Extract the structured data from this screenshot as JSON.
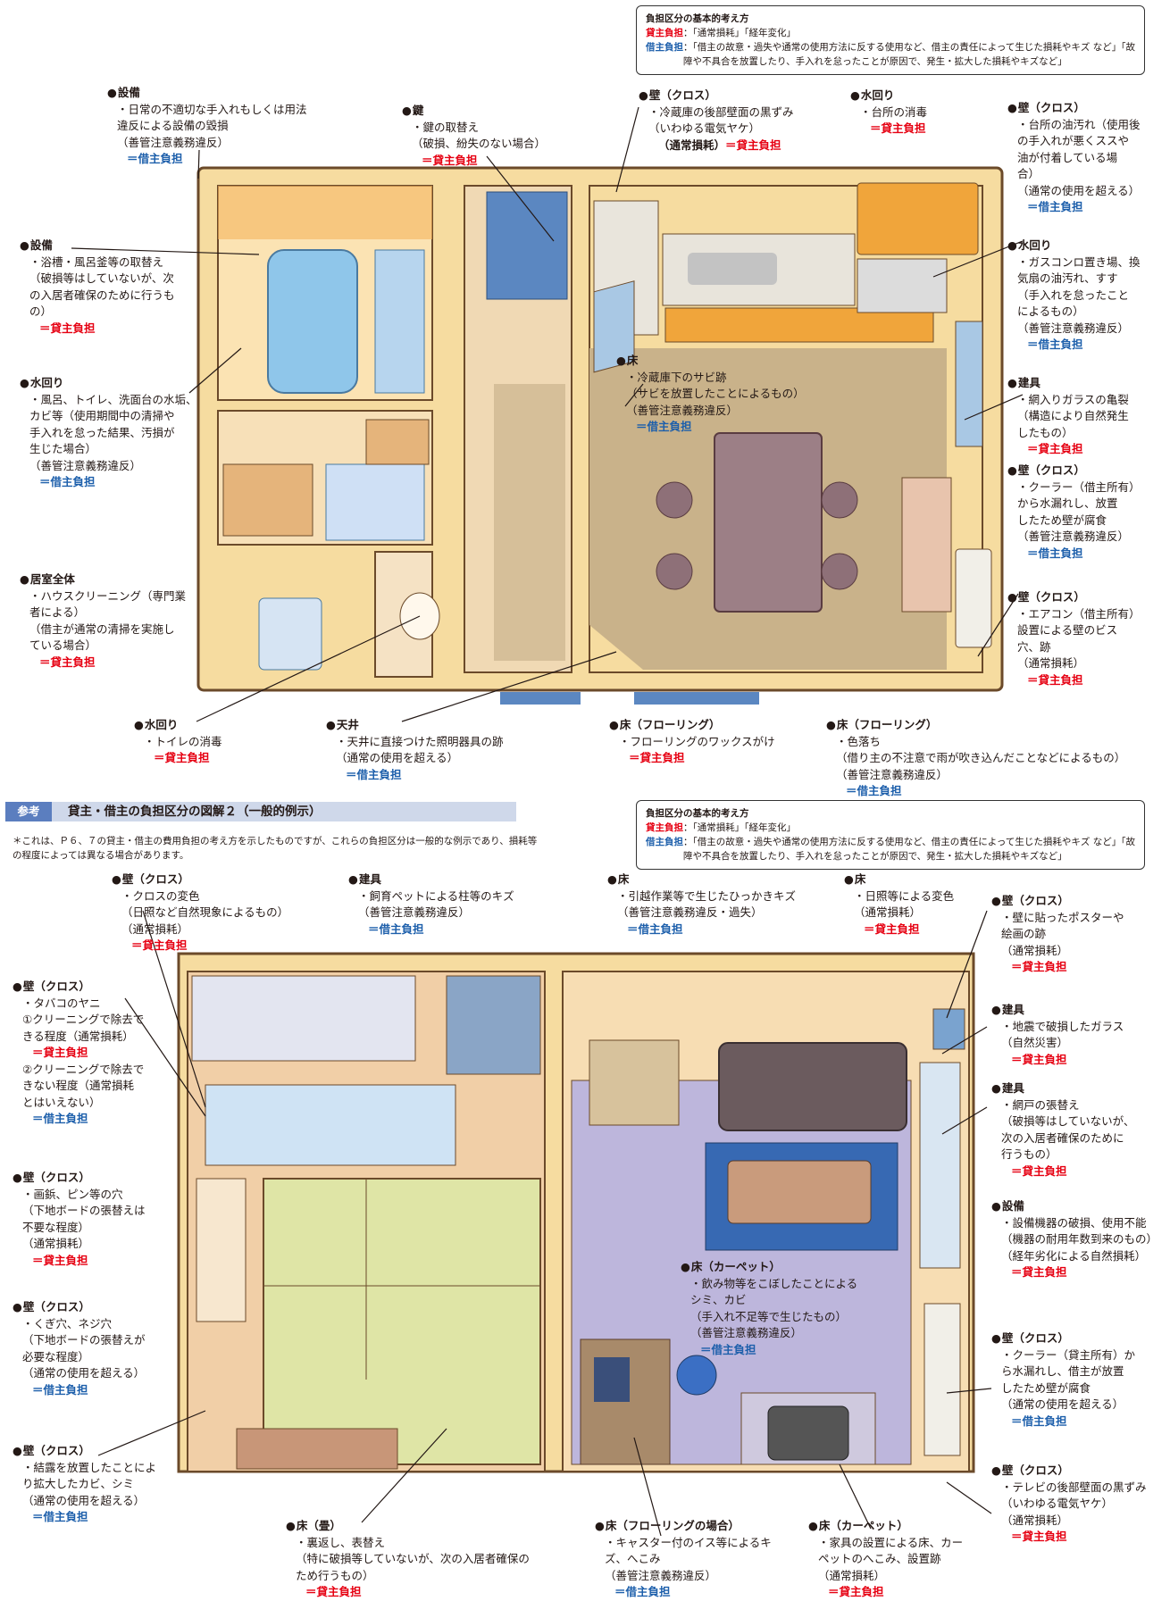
{
  "legend_top": {
    "title": "負担区分の基本的考え方",
    "lessor_key": "貸主負担",
    "lessor_text": "：「通常損耗」「経年変化」",
    "lessee_key": "借主負担",
    "lessee_text": "：「借主の故意・過失や通常の使用方法に反する使用など、借主の責任によって生じた損耗やキズ など」「故障や不具合を放置したり、手入れを怠ったことが原因で、発生・拡大した損耗やキズなど」"
  },
  "legend_bottom": {
    "title": "負担区分の基本的考え方",
    "lessor_key": "貸主負担",
    "lessor_text": "：「通常損耗」「経年変化」",
    "lessee_key": "借主負担",
    "lessee_text": "：「借主の故意・過失や通常の使用方法に反する使用など、借主の責任によって生じた損耗やキズ など」「故障や不具合を放置したり、手入れを怠ったことが原因で、発生・拡大した損耗やキズなど」"
  },
  "section": {
    "tag": "参考",
    "title": "貸主・借主の負担区分の図解２（一般的例示）",
    "note": "＊これは、Ｐ６、７の貸主・借主の費用負担の考え方を示したものですが、これらの負担区分は一般的な例示であり、損耗等の程度によっては異なる場合があります。"
  },
  "annotations": [
    {
      "id": "a1",
      "heading": "設備",
      "lines": [
        "日常の不適切な手入れもしくは用法",
        "違反による設備の毀損",
        "（善管注意義務違反）"
      ],
      "burden": "借主負担",
      "party": "lessee"
    },
    {
      "id": "a2",
      "heading": "鍵",
      "lines": [
        "鍵の取替え",
        "（破損、紛失のない場合）"
      ],
      "burden": "貸主負担",
      "party": "lessor"
    },
    {
      "id": "a3",
      "heading": "壁（クロス）",
      "lines": [
        "冷蔵庫の後部壁面の黒ずみ",
        "（いわゆる電気ヤケ）"
      ],
      "burden_prefix": "（通常損耗）",
      "burden": "貸主負担",
      "party": "lessor"
    },
    {
      "id": "a4",
      "heading": "水回り",
      "lines": [
        "台所の消毒"
      ],
      "burden": "貸主負担",
      "party": "lessor"
    },
    {
      "id": "a5",
      "heading": "壁（クロス）",
      "lines": [
        "台所の油汚れ（使用後",
        "の手入れが悪くススや",
        "油が付着している場",
        "合）",
        "（通常の使用を超える）"
      ],
      "burden": "借主負担",
      "party": "lessee"
    },
    {
      "id": "a6",
      "heading": "設備",
      "lines": [
        "浴槽・風呂釜等の取替え",
        "（破損等はしていないが、次",
        "の入居者確保のために行うも",
        "の）"
      ],
      "burden": "貸主負担",
      "party": "lessor",
      "inline": true
    },
    {
      "id": "a7",
      "heading": "水回り",
      "lines": [
        "ガスコンロ置き場、換",
        "気扇の油汚れ、すす",
        "（手入れを怠ったこと",
        "によるもの）",
        "（善管注意義務違反）"
      ],
      "burden": "借主負担",
      "party": "lessee"
    },
    {
      "id": "a8",
      "heading": "床",
      "lines": [
        "冷蔵庫下のサビ跡",
        "（サビを放置したことによるもの）",
        "（善管注意義務違反）"
      ],
      "burden": "借主負担",
      "party": "lessee",
      "inline": true
    },
    {
      "id": "a9",
      "heading": "水回り",
      "lines": [
        "風呂、トイレ、洗面台の水垢、",
        "カビ等（使用期間中の清掃や",
        "手入れを怠った結果、汚損が",
        "生じた場合）",
        "（善管注意義務違反）"
      ],
      "burden": "借主負担",
      "party": "lessee"
    },
    {
      "id": "a10",
      "heading": "建具",
      "lines": [
        "網入りガラスの亀裂",
        "（構造により自然発生",
        "したもの）"
      ],
      "burden": "貸主負担",
      "party": "lessor",
      "inline": true
    },
    {
      "id": "a11",
      "heading": "壁（クロス）",
      "lines": [
        "クーラー（借主所有）",
        "から水漏れし、放置",
        "したため壁が腐食",
        "（善管注意義務違反）"
      ],
      "burden": "借主負担",
      "party": "lessee"
    },
    {
      "id": "a12",
      "heading": "居室全体",
      "lines": [
        "ハウスクリーニング（専門業",
        "者による）",
        "（借主が通常の清掃を実施し",
        "ている場合）"
      ],
      "burden": "貸主負担",
      "party": "lessor",
      "inline": true
    },
    {
      "id": "a13",
      "heading": "壁（クロス）",
      "lines": [
        "エアコン（借主所有）",
        "設置による壁のビス",
        "穴、跡",
        "（通常損耗）"
      ],
      "burden": "貸主負担",
      "party": "lessor"
    },
    {
      "id": "a14",
      "heading": "水回り",
      "lines": [
        "トイレの消毒"
      ],
      "burden": "貸主負担",
      "party": "lessor",
      "inline": true
    },
    {
      "id": "a15",
      "heading": "天井",
      "lines": [
        "天井に直接つけた照明器具の跡",
        "（通常の使用を超える）"
      ],
      "burden": "借主負担",
      "party": "lessee",
      "inline": true
    },
    {
      "id": "a16",
      "heading": "床（フローリング）",
      "lines": [
        "フローリングのワックスがけ"
      ],
      "burden": "貸主負担",
      "party": "lessor"
    },
    {
      "id": "a17",
      "heading": "床（フローリング）",
      "lines": [
        "色落ち",
        "（借り主の不注意で雨が吹き込んだことなどによるもの）",
        "（善管注意義務違反）"
      ],
      "burden": "借主負担",
      "party": "lessee",
      "inline": true
    },
    {
      "id": "b1",
      "heading": "壁（クロス）",
      "lines": [
        "クロスの変色",
        "（日照など自然現象によるもの）",
        "（通常損耗）"
      ],
      "burden": "貸主負担",
      "party": "lessor",
      "inline": true
    },
    {
      "id": "b2",
      "heading": "建具",
      "lines": [
        "飼育ペットによる柱等のキズ",
        "（善管注意義務違反）"
      ],
      "burden": "借主負担",
      "party": "lessee"
    },
    {
      "id": "b3",
      "heading": "床",
      "lines": [
        "引越作業等で生じたひっかきキズ",
        "（善管注意義務違反・過失）"
      ],
      "burden": "借主負担",
      "party": "lessee"
    },
    {
      "id": "b4",
      "heading": "床",
      "lines": [
        "日照等による変色",
        "（通常損耗）"
      ],
      "burden": "貸主負担",
      "party": "lessor"
    },
    {
      "id": "b5",
      "heading": "壁（クロス）",
      "lines": [
        "壁に貼ったポスターや",
        "絵画の跡",
        "（通常損耗）"
      ],
      "burden": "貸主負担",
      "party": "lessor",
      "inline": true
    },
    {
      "id": "b6",
      "heading": "壁（クロス）",
      "lines": [
        "タバコのヤニ",
        "①クリーニングで除去で",
        "きる程度（通常損耗）"
      ],
      "burden": "貸主負担",
      "party": "lessor",
      "extra_lines": [
        "②クリーニングで除去で",
        "きない程度（通常損耗",
        "とはいえない）"
      ],
      "extra_burden": "借主負担",
      "extra_party": "lessee"
    },
    {
      "id": "b7",
      "heading": "建具",
      "lines": [
        "地震で破損したガラス",
        "（自然災害）"
      ],
      "burden": "貸主負担",
      "party": "lessor",
      "inline": true
    },
    {
      "id": "b8",
      "heading": "建具",
      "lines": [
        "網戸の張替え",
        "（破損等はしていないが、",
        "次の入居者確保のために",
        "行うもの）"
      ],
      "burden": "貸主負担",
      "party": "lessor",
      "inline": true
    },
    {
      "id": "b9",
      "heading": "壁（クロス）",
      "lines": [
        "画鋲、ピン等の穴",
        "（下地ボードの張替えは",
        "不要な程度）",
        "（通常損耗）"
      ],
      "burden": "貸主負担",
      "party": "lessor",
      "inline": true
    },
    {
      "id": "b10",
      "heading": "設備",
      "lines": [
        "設備機器の破損、使用不能",
        "（機器の耐用年数到来のもの）",
        "（経年劣化による自然損耗）"
      ],
      "burden": "貸主負担",
      "party": "lessor"
    },
    {
      "id": "b11",
      "heading": "床（カーペット）",
      "lines": [
        "飲み物等をこぼしたことによる",
        "シミ、カビ",
        "（手入れ不足等で生じたもの）",
        "（善管注意義務違反）"
      ],
      "burden": "借主負担",
      "party": "lessee",
      "inline": true
    },
    {
      "id": "b12",
      "heading": "壁（クロス）",
      "lines": [
        "くぎ穴、ネジ穴",
        "（下地ボードの張替えが",
        "必要な程度）",
        "（通常の使用を超える）"
      ],
      "burden": "借主負担",
      "party": "lessee"
    },
    {
      "id": "b13",
      "heading": "壁（クロス）",
      "lines": [
        "クーラー（貸主所有）か",
        "ら水漏れし、借主が放置",
        "したため壁が腐食",
        "（通常の使用を超える）"
      ],
      "burden": "借主負担",
      "party": "lessee"
    },
    {
      "id": "b14",
      "heading": "壁（クロス）",
      "lines": [
        "結露を放置したことによ",
        "り拡大したカビ、シミ",
        "（通常の使用を超える）"
      ],
      "burden": "借主負担",
      "party": "lessee"
    },
    {
      "id": "b15",
      "heading": "壁（クロス）",
      "lines": [
        "テレビの後部壁面の黒ずみ",
        "（いわゆる電気ヤケ）",
        "（通常損耗）"
      ],
      "burden": "貸主負担",
      "party": "lessor",
      "inline": true
    },
    {
      "id": "b16",
      "heading": "床（畳）",
      "lines": [
        "裏返し、表替え",
        "（特に破損等していないが、次の入居者確保の",
        "ため行うもの）"
      ],
      "burden": "貸主負担",
      "party": "lessor",
      "inline": true
    },
    {
      "id": "b17",
      "heading": "床（フローリングの場合）",
      "lines": [
        "キャスター付のイス等によるキ",
        "ズ、へこみ",
        "（善管注意義務違反）"
      ],
      "burden": "借主負担",
      "party": "lessee",
      "inline": true
    },
    {
      "id": "b18",
      "heading": "床（カーペット）",
      "lines": [
        "家具の設置による床、カー",
        "ペットのへこみ、設置跡",
        "（通常損耗）"
      ],
      "burden": "貸主負担",
      "party": "lessor",
      "inline": true
    }
  ],
  "colors": {
    "lessor": "#e60012",
    "lessee": "#1d5fab",
    "wall": "#f6dca0",
    "floor": "#b9a47a",
    "tatami": "#dfe5a6",
    "carpet": "#bdb6dc"
  }
}
